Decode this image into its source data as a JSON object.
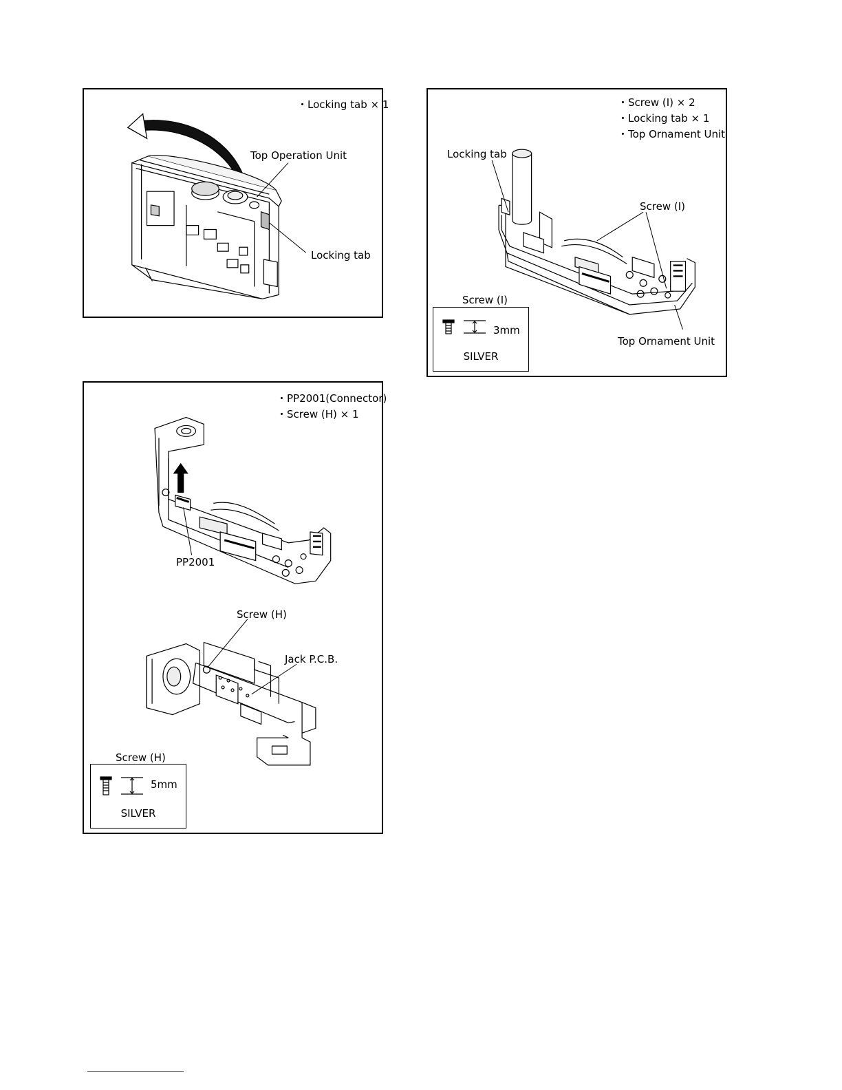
{
  "panel1": {
    "notes": [
      "・Locking tab × 1"
    ],
    "labels": {
      "top_operation_unit": "Top Operation Unit",
      "locking_tab": "Locking tab"
    }
  },
  "panel2": {
    "notes": [
      "・Screw (I) × 2",
      "・Locking tab × 1",
      "・Top Ornament Unit"
    ],
    "labels": {
      "locking_tab": "Locking tab",
      "screw": "Screw (I)",
      "top_ornament_unit": "Top Ornament Unit"
    },
    "legend": {
      "caption": "Screw (I)",
      "length": "3mm",
      "color": "SILVER"
    }
  },
  "panel3": {
    "notes": [
      "・PP2001(Connector)",
      "・Screw (H) × 1"
    ],
    "labels": {
      "pp2001": "PP2001",
      "screw": "Screw (H)",
      "jack_pcb": "Jack P.C.B."
    },
    "legend": {
      "caption": "Screw (H)",
      "length": "5mm",
      "color": "SILVER"
    }
  }
}
